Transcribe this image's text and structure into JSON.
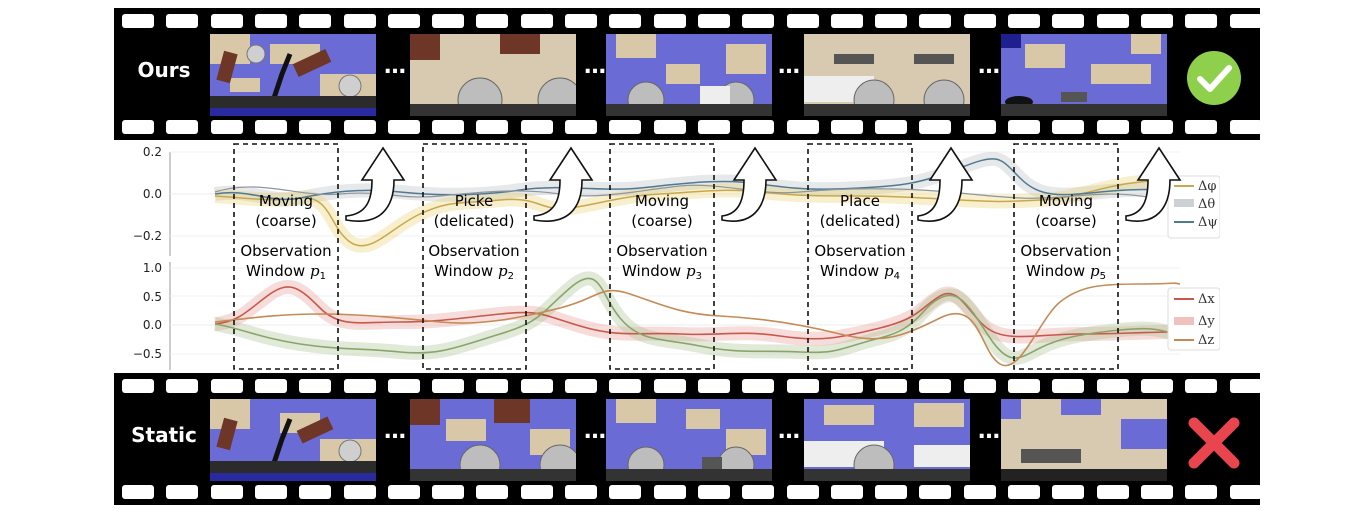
{
  "strips": [
    {
      "label": "Ours",
      "result": "success",
      "result_icon": "check-icon",
      "result_color": "#8ed04b"
    },
    {
      "label": "Static",
      "result": "failure",
      "result_icon": "cross-icon",
      "result_color": "#e8454f"
    }
  ],
  "ellipsis": "…",
  "windows": [
    {
      "phase_line1": "Moving",
      "phase_line2": "(coarse)",
      "obs_line1": "Observation",
      "obs_line2": "Window",
      "obs_var": "p",
      "obs_sub": "1"
    },
    {
      "phase_line1": "Picke",
      "phase_line2": "(delicated)",
      "obs_line1": "Observation",
      "obs_line2": "Window",
      "obs_var": "p",
      "obs_sub": "2"
    },
    {
      "phase_line1": "Moving",
      "phase_line2": "(coarse)",
      "obs_line1": "Observation",
      "obs_line2": "Window",
      "obs_var": "p",
      "obs_sub": "3"
    },
    {
      "phase_line1": "Place",
      "phase_line2": "(delicated)",
      "obs_line1": "Observation",
      "obs_line2": "Window",
      "obs_var": "p",
      "obs_sub": "4"
    },
    {
      "phase_line1": "Moving",
      "phase_line2": "(coarse)",
      "obs_line1": "Observation",
      "obs_line2": "Window",
      "obs_var": "p",
      "obs_sub": "5"
    }
  ],
  "top_plot": {
    "yticks": [
      "0.2",
      "0.0",
      "−0.2"
    ],
    "legend": [
      {
        "label": "Δφ",
        "color": "#c8a84a"
      },
      {
        "label": "Δθ",
        "color": "#9aa3ad"
      },
      {
        "label": "Δψ",
        "color": "#4f7a92"
      }
    ]
  },
  "bottom_plot": {
    "yticks": [
      "1.0",
      "0.5",
      "0.0",
      "−0.5"
    ],
    "legend": [
      {
        "label": "Δx",
        "color": "#c8584b"
      },
      {
        "label": "Δy",
        "color": "#e59a96"
      },
      {
        "label": "Δz",
        "color": "#c58a55"
      }
    ]
  },
  "colors": {
    "grid_blue": "#6b6bd6",
    "wood": "#d8c8a8",
    "film": "#000000"
  }
}
